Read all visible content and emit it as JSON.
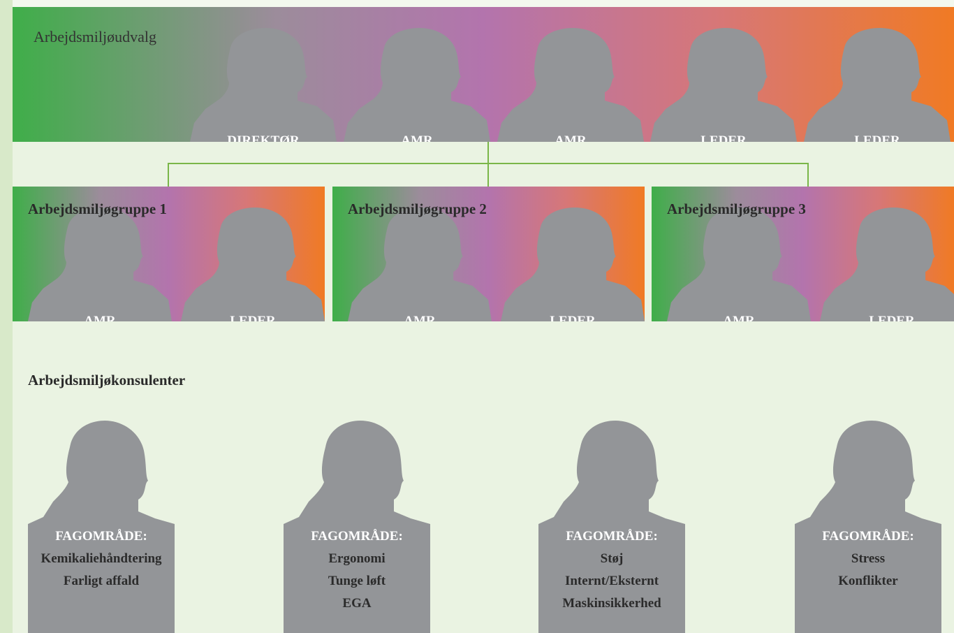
{
  "colors": {
    "background": "#eaf3e2",
    "gradient_start": "#3fae49",
    "gradient_mid": "#b374ad",
    "gradient_end": "#f07a24",
    "silhouette": "#939598",
    "connector": "#7ab648"
  },
  "committee": {
    "title": "Arbejdsmiljøudvalg",
    "members": [
      "DIREKTØR",
      "AMR",
      "AMR",
      "LEDER",
      "LEDER"
    ]
  },
  "groups": [
    {
      "title": "Arbejdsmiljøgruppe 1",
      "members": [
        "AMR",
        "LEDER"
      ]
    },
    {
      "title": "Arbejdsmiljøgruppe 2",
      "members": [
        "AMR",
        "LEDER"
      ]
    },
    {
      "title": "Arbejdsmiljøgruppe 3",
      "members": [
        "AMR",
        "LEDER"
      ]
    }
  ],
  "consultants": {
    "title": "Arbejdsmiljøkonsulenter",
    "items": [
      {
        "heading": "FAGOMRÅDE:",
        "lines": [
          "Kemikaliehåndtering",
          "Farligt affald"
        ]
      },
      {
        "heading": "FAGOMRÅDE:",
        "lines": [
          "Ergonomi",
          "Tunge løft",
          "EGA"
        ]
      },
      {
        "heading": "FAGOMRÅDE:",
        "lines": [
          "Støj",
          "Internt/Eksternt",
          "Maskinsikkerhed"
        ]
      },
      {
        "heading": "FAGOMRÅDE:",
        "lines": [
          "Stress",
          "Konflikter"
        ]
      }
    ]
  }
}
